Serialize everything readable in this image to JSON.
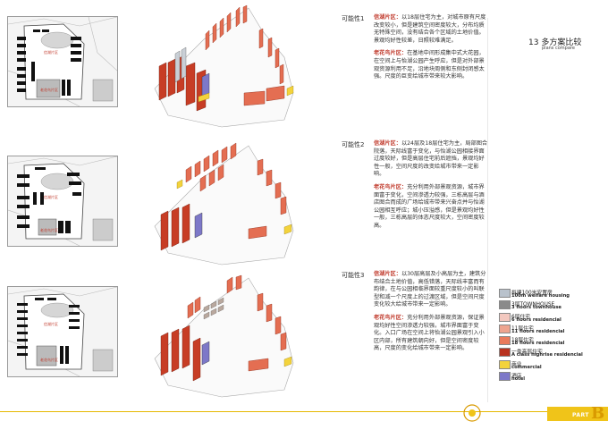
{
  "header": {
    "title": "13 多方案比较",
    "subtitle": "plans compare"
  },
  "options": [
    {
      "label": "可能性1",
      "plan_tags": [
        "信湖片区",
        "老花鸟片区"
      ],
      "area1": "信湖片区：",
      "text1": "以18层住宅为主，对城市原有尺度改变较小，但是建筑空间密度较大，分布均质无特殊空间，没有结合各个区域的土地价值。景观均好性较差，日照较难满足。",
      "area2": "老花鸟片区：",
      "text2": "在基地中间形成集中式大花园，在空间上与怡湖公园产生呼应，但是对外部景观资源利用不足，沿地块周侧和东侧封闭感太强。尺度的巨变给城市带来较大影响。"
    },
    {
      "label": "可能性2",
      "plan_tags": [
        "信湖片区",
        "老花鸟片区"
      ],
      "area1": "信湖片区：",
      "text1": "以24层及18层住宅为主，局部图合院落，天际线富于变化，与怡湖公园相接界面过度较好，但是高层住宅前后遮挡，景观均好性一般，空间尺度的改变给城市带来一定影响。",
      "area2": "老花鸟片区：",
      "text2": "充分利用外部景观资源，城市界面富于变化，空间渗透力较强，三栋高层与酒店图合而成的广场给城市带来兴奋点并与怡湖公园相互呼应；城小压溢感，但是景观均好性一般，三栋高层的体态尺度较大，空间密度较高。"
    },
    {
      "label": "可能性3",
      "plan_tags": [
        "信湖片区",
        "老花鸟片区"
      ],
      "area1": "信湖片区：",
      "text1": "以30层高层及小高层为主，建筑分布结合土地价值，高低错落，天际线丰富而有韵律，在与公园相临界面较重尺度较小的叫联型和减一个尺度上的过渡区域，但是空间尺度变化较大给城市带来一定影响。",
      "area2": "老花鸟片区：",
      "text2": "充分利用外部景观资源，保证景观均好性空间渗透力较强，城市界面富于变化。入口广场在空间上将怡湖公园景观引入小区内部，所有建筑朝向好，但是空间密度较高，尺度的变化给城市带来一定影响。"
    }
  ],
  "legend": [
    {
      "zh": "拟建100米安置房",
      "en": "100m welfare housing",
      "color": "#b9c2cc"
    },
    {
      "zh": "3层TOWNHOUSE",
      "en": "3 floors townhouse",
      "color": "#8a8a8a"
    },
    {
      "zh": "6层住宅",
      "en": "6 floors residencial",
      "color": "#f3c8bf"
    },
    {
      "zh": "11层住宅",
      "en": "11 floors residencial",
      "color": "#eea48f"
    },
    {
      "zh": "18层住宅",
      "en": "18 floors residencial",
      "color": "#e97a5c"
    },
    {
      "zh": "一类高层住宅",
      "en": "A class highrise residencial",
      "color": "#b8321f"
    },
    {
      "zh": "商业",
      "en": "commercial",
      "color": "#f3d33c"
    },
    {
      "zh": "酒店",
      "en": "hotel",
      "color": "#7d78c8"
    }
  ],
  "footer": {
    "part_label": "PART",
    "part_letter": "B"
  },
  "colors": {
    "accent_yellow": "#f0c419",
    "highrise_red": "#b8321f",
    "residential_orange": "#e97a5c"
  }
}
